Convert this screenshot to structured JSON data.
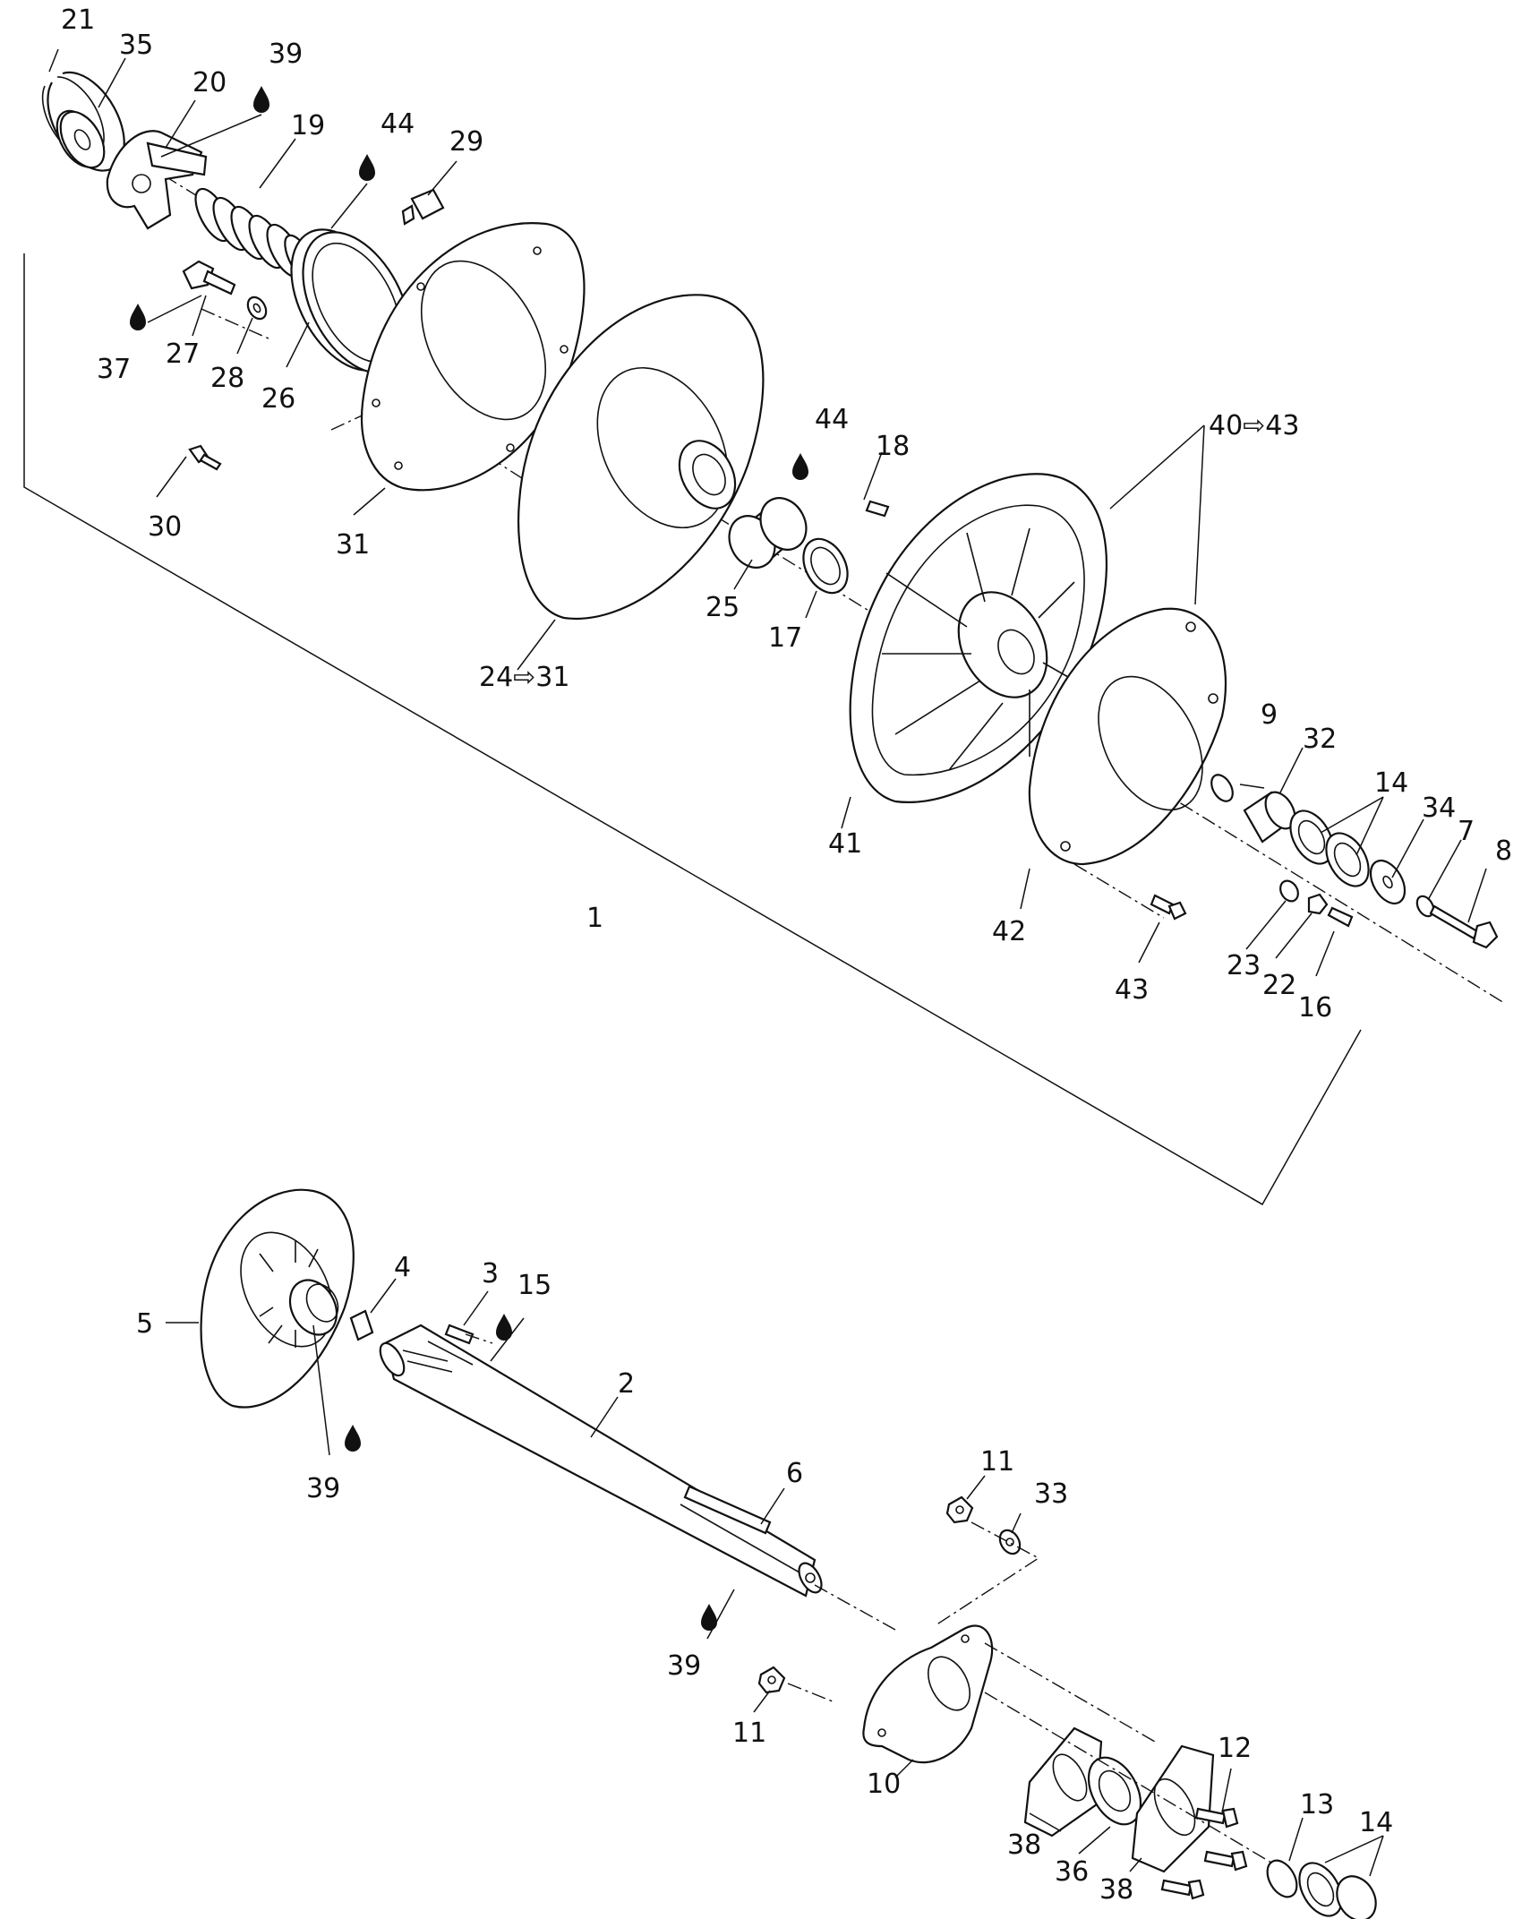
{
  "callouts": {
    "c1": "1",
    "c2": "2",
    "c3": "3",
    "c4": "4",
    "c5": "5",
    "c6": "6",
    "c7": "7",
    "c8": "8",
    "c9": "9",
    "c10": "10",
    "c11a": "11",
    "c11b": "11",
    "c12": "12",
    "c13": "13",
    "c14a": "14",
    "c14b": "14",
    "c15": "15",
    "c16": "16",
    "c17": "17",
    "c18": "18",
    "c19": "19",
    "c20": "20",
    "c21": "21",
    "c22": "22",
    "c23": "23",
    "c24_31": "24⇨31",
    "c25": "25",
    "c26": "26",
    "c27": "27",
    "c28": "28",
    "c29": "29",
    "c30": "30",
    "c31": "31",
    "c32": "32",
    "c33": "33",
    "c34": "34",
    "c35": "35",
    "c36": "36",
    "c37": "37",
    "c38a": "38",
    "c38b": "38",
    "c39a": "39",
    "c39b": "39",
    "c39c": "39",
    "c40_43": "40⇨43",
    "c41": "41",
    "c42": "42",
    "c43": "43",
    "c44a": "44",
    "c44b": "44"
  },
  "icons": {
    "lubricant": "oil-drop-icon"
  }
}
